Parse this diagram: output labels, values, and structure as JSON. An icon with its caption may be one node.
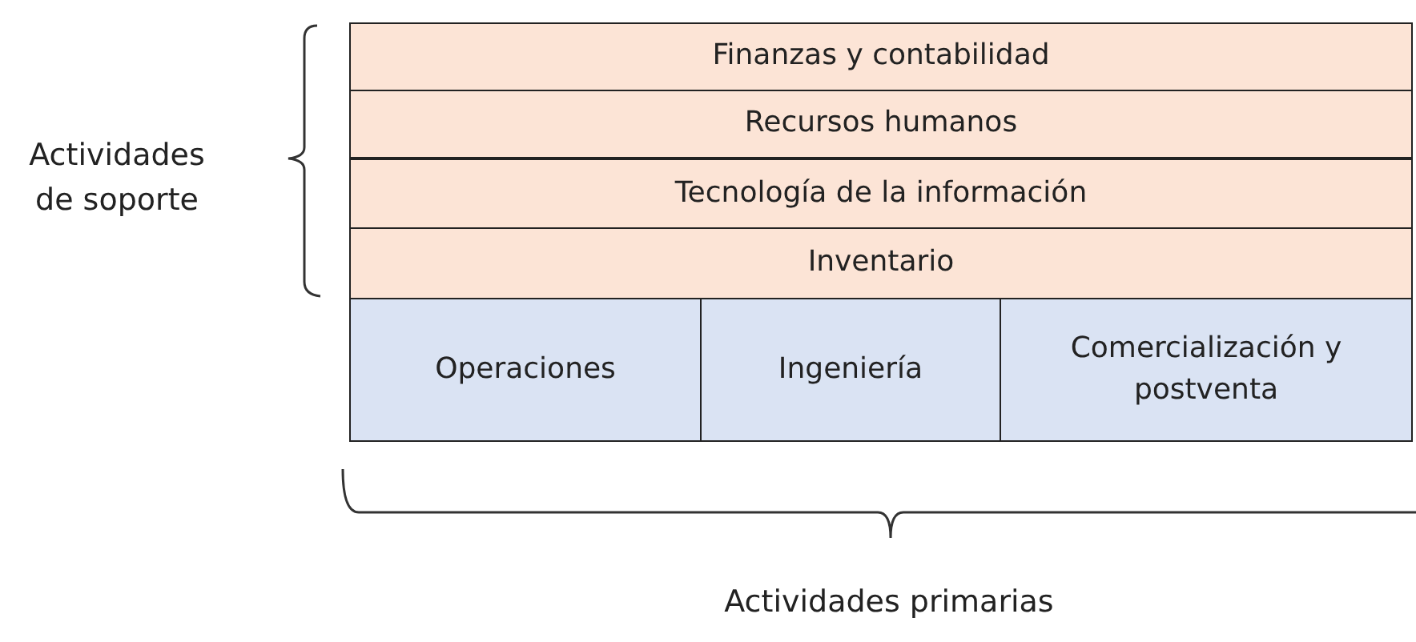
{
  "diagram": {
    "nodes": [
      {
        "text": [
          "Finanzas y contabilidad"
        ]
      },
      {
        "text": [
          "Recursos humanos"
        ]
      },
      {
        "text": [
          "Tecnología de la información"
        ]
      },
      {
        "text": [
          "Inventario"
        ]
      },
      {
        "text": [
          "Operaciones"
        ]
      },
      {
        "text": [
          "Ingeniería"
        ]
      },
      {
        "text": [
          "Comercialización y postventa"
        ]
      }
    ],
    "labels": [
      "Actividades de soporte",
      "Actividades primarias"
    ]
  }
}
